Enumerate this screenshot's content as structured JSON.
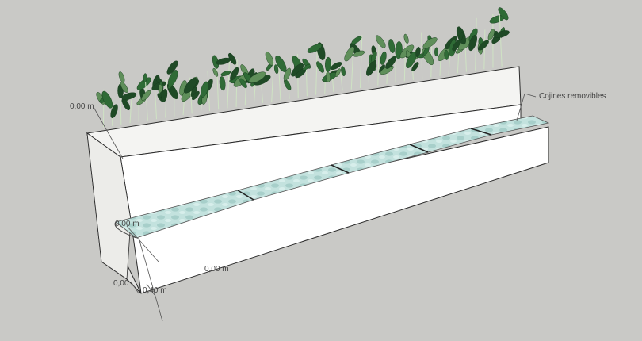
{
  "scene": {
    "background": "#c9c9c6",
    "model": "planter bench with removable cushions",
    "colors": {
      "wall_light": "#ffffff",
      "wall_shade": "#e9e9e7",
      "edge": "#2b2b2b",
      "cushion": "#bfe0dc",
      "cushion_pattern": "#9ec9c4",
      "leaf_dark": "#1f4a26",
      "leaf_mid": "#2f6b36",
      "leaf_light": "#5f8f5a"
    }
  },
  "dimensions": {
    "height_top": "0,00 m",
    "seat_depth": "0,00 m",
    "seat_length": "0,00 m",
    "base_left": "0,00",
    "base_height": "0,40 m"
  },
  "annotations": {
    "cushions_label": "Cojines removibles"
  }
}
